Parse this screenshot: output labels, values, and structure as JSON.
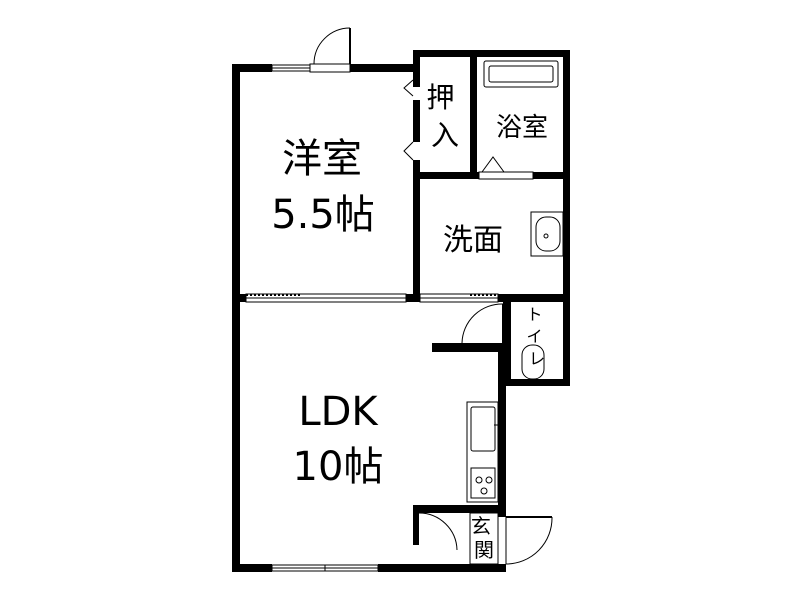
{
  "plan": {
    "rooms": {
      "western_name": "洋室",
      "western_size": "5.5帖",
      "closet": "押入",
      "bath": "浴室",
      "washroom": "洗面",
      "ldk_name": "LDK",
      "ldk_size": "10帖",
      "toilet": "トイレ",
      "entrance": "玄関"
    },
    "colors": {
      "wall": "#000000",
      "background": "#ffffff"
    }
  }
}
